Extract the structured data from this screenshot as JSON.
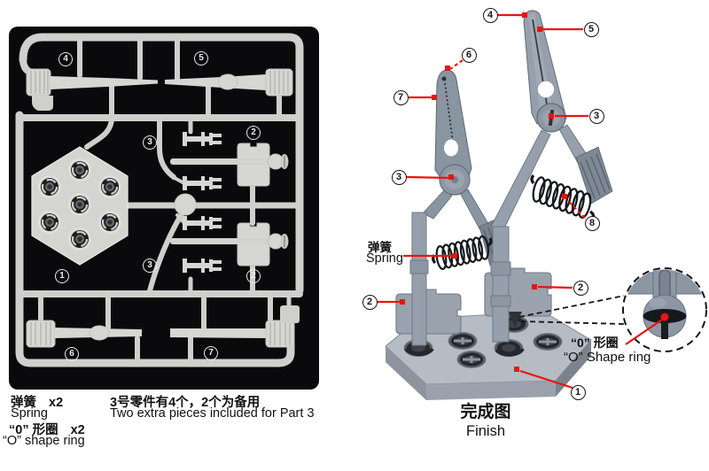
{
  "colors": {
    "red": "#e8150f",
    "panel_bg": "#0a0a0d",
    "sprue_plastic": "#d2d2ce",
    "clamp_gray": "#96a0ac"
  },
  "sprue_panel": {
    "callouts": {
      "c1": "1",
      "c2": "2",
      "c3": "3",
      "c4": "4",
      "c5": "5",
      "c6": "6",
      "c7": "7"
    }
  },
  "legend": {
    "spring_cn": "弹簧",
    "spring_qty": "x2",
    "spring_en": "Spring",
    "oring_cn": "“0” 形圈",
    "oring_qty": "x2",
    "oring_en": "“O” shape ring",
    "note_cn": "3号零件有4个，2个为备用",
    "note_en": "Two extra pieces included  for Part 3"
  },
  "diagram": {
    "callouts": {
      "c1": "1",
      "c2": "2",
      "c3": "3",
      "c4": "4",
      "c5": "5",
      "c6": "6",
      "c7": "7",
      "c8": "8"
    },
    "spring_cn": "弹簧",
    "spring_en": "Spring",
    "oring_cn": "“0” 形圈",
    "oring_en": "“O” Shape ring",
    "finish_cn": "完成图",
    "finish_en": "Finish"
  }
}
